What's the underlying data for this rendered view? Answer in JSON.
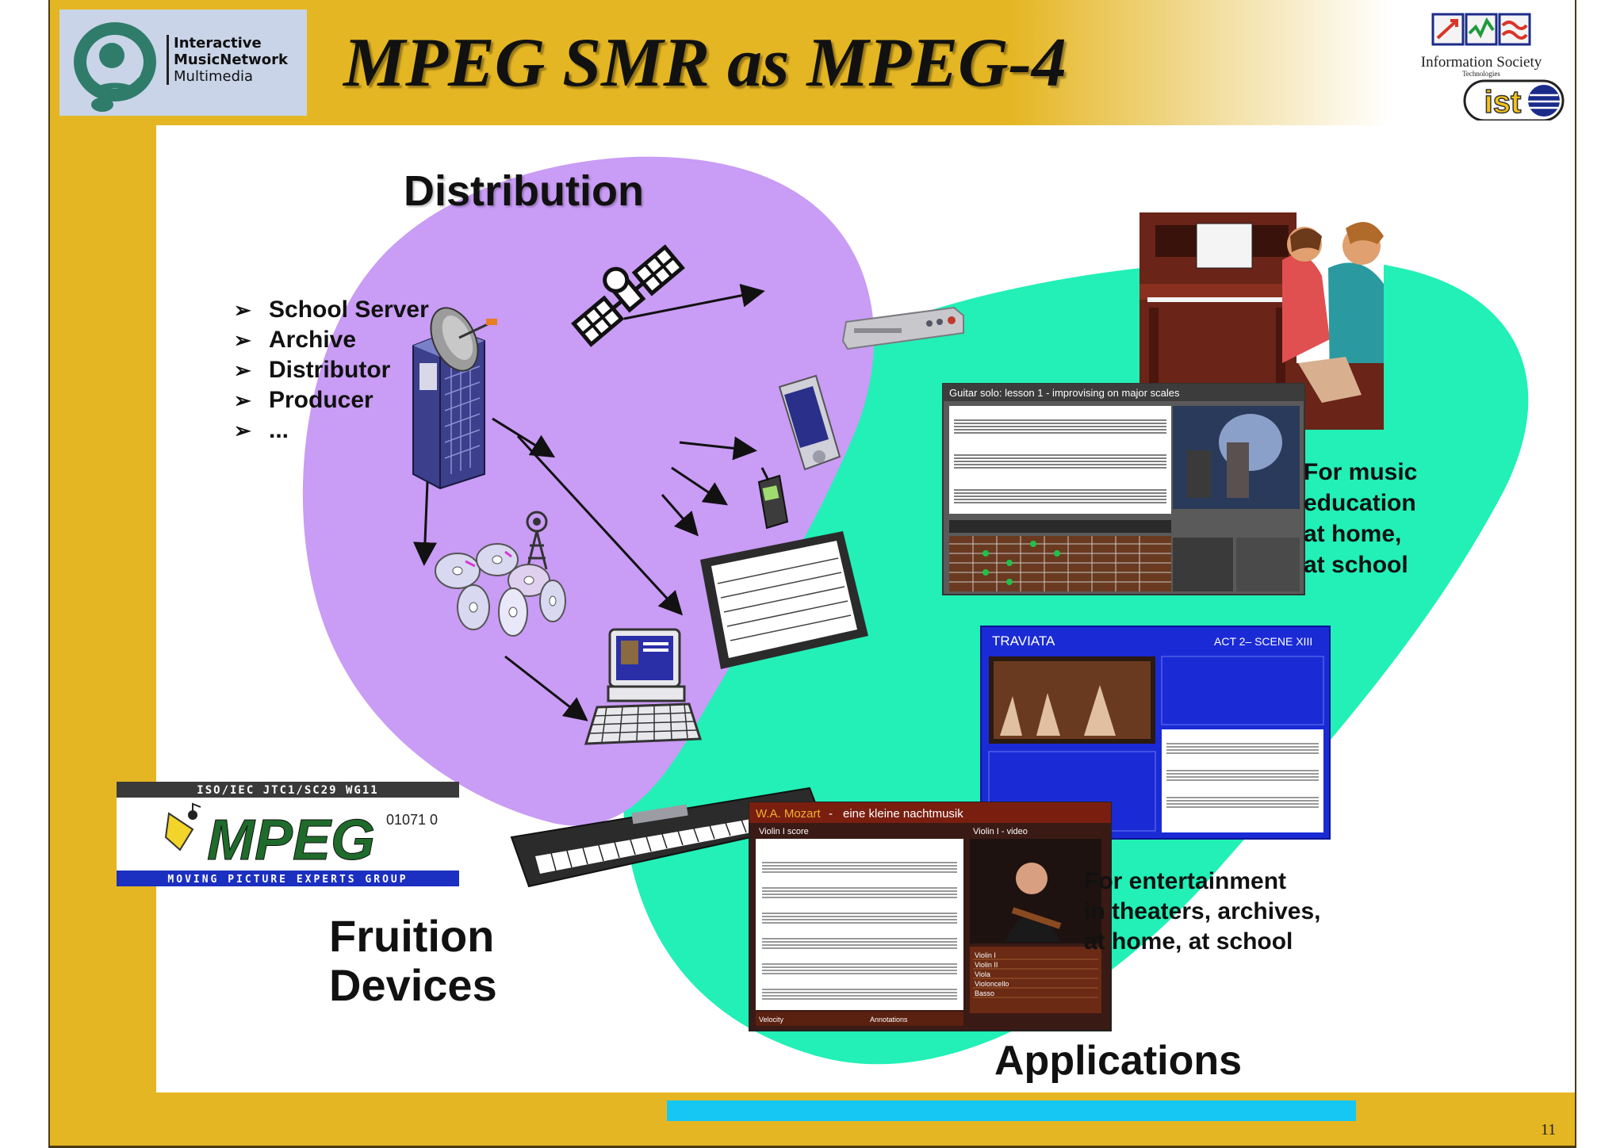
{
  "header": {
    "logo_text_line1": "Interactive",
    "logo_text_line2": "MusicNetwork",
    "logo_text_line3": "Multimedia",
    "title": "MPEG SMR as MPEG-4",
    "ist_text": "Information Society",
    "ist_subtext": "Technologies",
    "ist_mark": "ist"
  },
  "distribution": {
    "title": "Distribution",
    "bullet_symbol": "➢",
    "items": [
      "School Server",
      "Archive",
      "Distributor",
      "Producer",
      "..."
    ]
  },
  "fruition_devices": {
    "line1": "Fruition",
    "line2": "Devices"
  },
  "applications": {
    "title": "Applications",
    "music_education": [
      "For music",
      "education",
      "at home,",
      "at school"
    ],
    "entertainment": [
      "For entertainment",
      "in theaters, archives,",
      "at home, at school"
    ]
  },
  "screens": {
    "guitar_title": "Guitar solo: lesson 1 - improvising on major scales",
    "traviata_title": "TRAVIATA",
    "traviata_act": "ACT 2– SCENE XIII",
    "mozart_composer": "W.A. Mozart",
    "mozart_work": "eine kleine nachtmusik",
    "mozart_score_label": "Violin I score",
    "mozart_video_label": "Violin I - video",
    "mozart_parts": [
      "Violin I",
      "Violin II",
      "Viola",
      "Violoncello",
      "Basso"
    ],
    "mozart_velocity": "Velocity",
    "mozart_annotations": "Annotations"
  },
  "mpeg_logo": {
    "top_text": "ISO/IEC JTC1/SC29 WG11",
    "mark": "MPEG",
    "bits": "01071 0",
    "bottom_text": "MOVING PICTURE EXPERTS GROUP"
  },
  "page_number": "11",
  "colors": {
    "frame_gold": "#e5b623",
    "distribution_blob": "#c99cf5",
    "applications_blob": "#22f0b6",
    "accent_bar": "#16c7f3",
    "screen_blue": "#1a2bd6"
  }
}
